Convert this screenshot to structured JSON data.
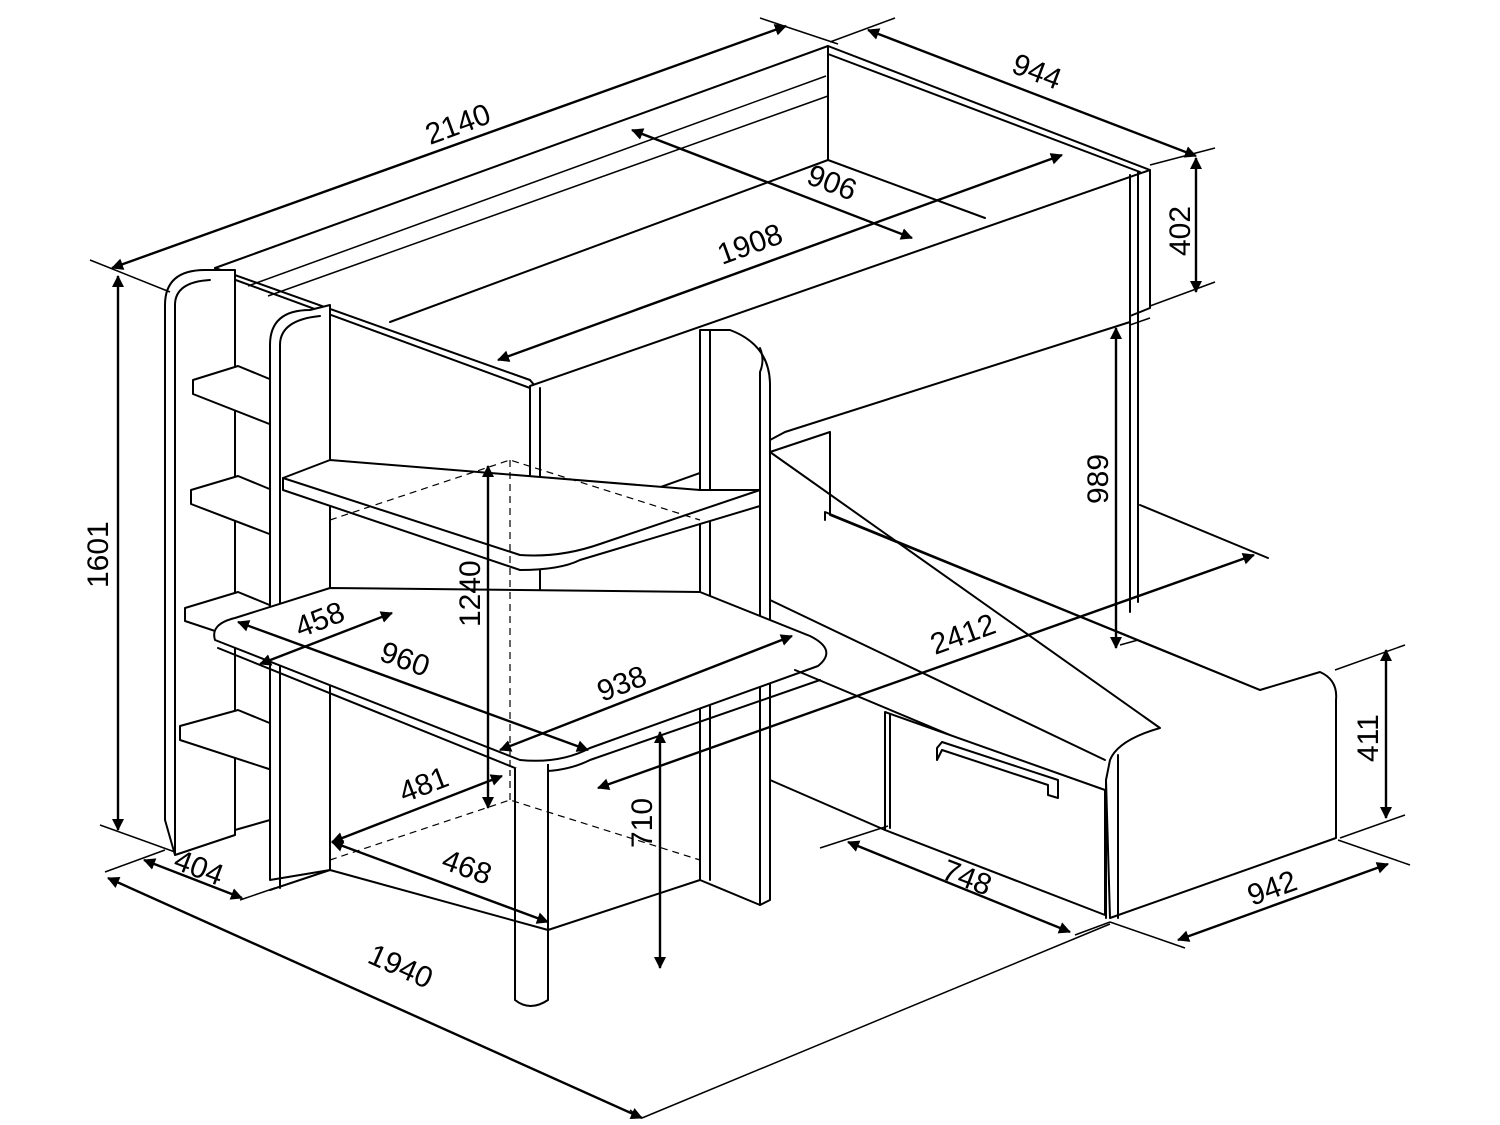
{
  "dimensions": {
    "overall_length": "2140",
    "overall_width_top": "944",
    "mattress_width": "906",
    "mattress_length": "1908",
    "guard_height": "402",
    "total_height": "1601",
    "under_bed_clearance": "989",
    "desk_shelf_height": "1240",
    "desk_depth_left": "458",
    "desk_width": "960",
    "desk_length": "938",
    "total_depth": "2412",
    "desk_leg_depth": "481",
    "desk_height": "710",
    "lower_bed_height": "411",
    "ladder_depth": "404",
    "desk_base_width": "468",
    "drawer_width": "748",
    "lower_bed_width": "942",
    "base_length": "1940"
  }
}
